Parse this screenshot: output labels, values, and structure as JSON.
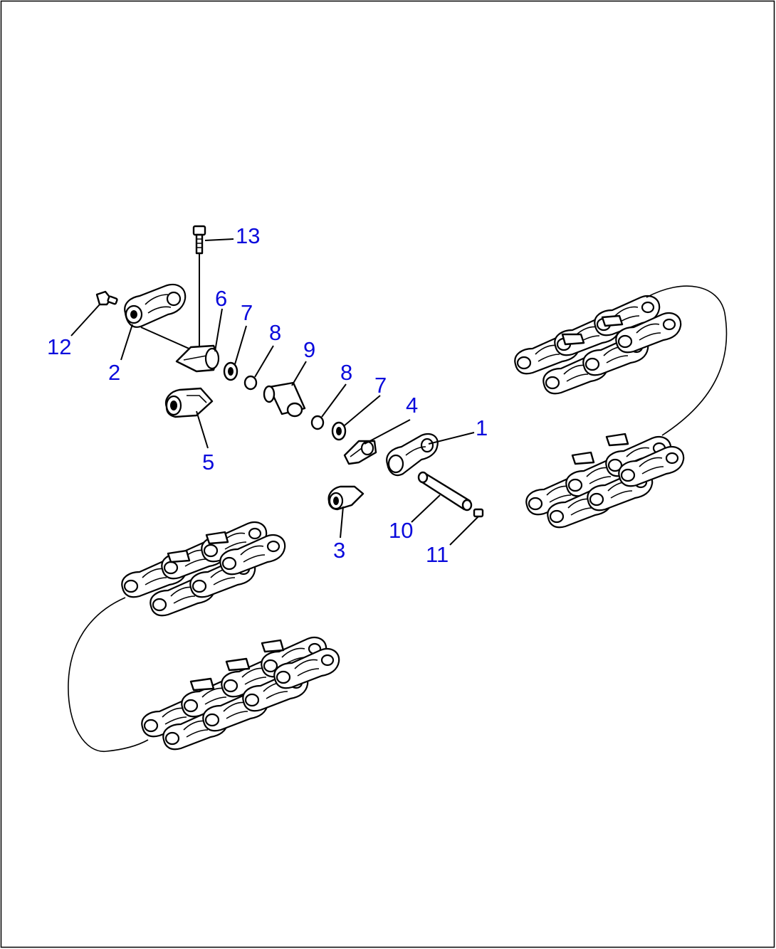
{
  "diagram": {
    "callouts": [
      {
        "id": "c1",
        "label": "1"
      },
      {
        "id": "c2",
        "label": "2"
      },
      {
        "id": "c3",
        "label": "3"
      },
      {
        "id": "c4",
        "label": "4"
      },
      {
        "id": "c5",
        "label": "5"
      },
      {
        "id": "c6",
        "label": "6"
      },
      {
        "id": "c7a",
        "label": "7"
      },
      {
        "id": "c7b",
        "label": "7"
      },
      {
        "id": "c8a",
        "label": "8"
      },
      {
        "id": "c8b",
        "label": "8"
      },
      {
        "id": "c9",
        "label": "9"
      },
      {
        "id": "c10",
        "label": "10"
      },
      {
        "id": "c11",
        "label": "11"
      },
      {
        "id": "c12",
        "label": "12"
      },
      {
        "id": "c13",
        "label": "13"
      }
    ],
    "colors": {
      "callout_text": "#0a0adc",
      "lines": "#000000",
      "border": "#000000",
      "background": "#ffffff"
    }
  }
}
